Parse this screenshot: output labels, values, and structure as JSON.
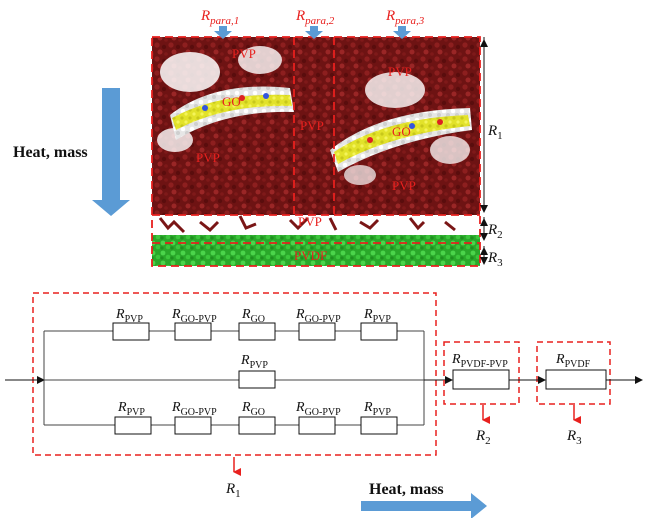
{
  "simulation": {
    "resistance_top_labels": [
      {
        "main": "R",
        "sub": "para,1"
      },
      {
        "main": "R",
        "sub": "para,2"
      },
      {
        "main": "R",
        "sub": "para,3"
      }
    ],
    "region_labels": [
      "PVP",
      "PVP",
      "GO",
      "PVP",
      "PVP",
      "GO",
      "PVP",
      "PVP",
      "PVDF"
    ],
    "side_labels": [
      {
        "main": "R",
        "sub": "1"
      },
      {
        "main": "R",
        "sub": "2"
      },
      {
        "main": "R",
        "sub": "3"
      }
    ],
    "flow_label": "Heat, mass"
  },
  "circuit": {
    "top_branch": [
      {
        "main": "R",
        "sub": "PVP"
      },
      {
        "main": "R",
        "sub": "GO-PVP"
      },
      {
        "main": "R",
        "sub": "GO"
      },
      {
        "main": "R",
        "sub": "GO-PVP"
      },
      {
        "main": "R",
        "sub": "PVP"
      }
    ],
    "middle_branch": {
      "main": "R",
      "sub": "PVP"
    },
    "bottom_branch": [
      {
        "main": "R",
        "sub": "PVP"
      },
      {
        "main": "R",
        "sub": "GO-PVP"
      },
      {
        "main": "R",
        "sub": "GO"
      },
      {
        "main": "R",
        "sub": "GO-PVP"
      },
      {
        "main": "R",
        "sub": "PVP"
      }
    ],
    "pvdf_pvp": {
      "main": "R",
      "sub": "PVDF-PVP"
    },
    "pvdf": {
      "main": "R",
      "sub": "PVDF"
    },
    "group_labels": [
      {
        "main": "R",
        "sub": "1"
      },
      {
        "main": "R",
        "sub": "2"
      },
      {
        "main": "R",
        "sub": "3"
      }
    ],
    "flow_label": "Heat, mass"
  },
  "colors": {
    "pvp": "#7a1616",
    "pvdf": "#33c233",
    "go": "#e8e830",
    "dash": "#e8201e",
    "arrow": "#5b9bd5"
  }
}
